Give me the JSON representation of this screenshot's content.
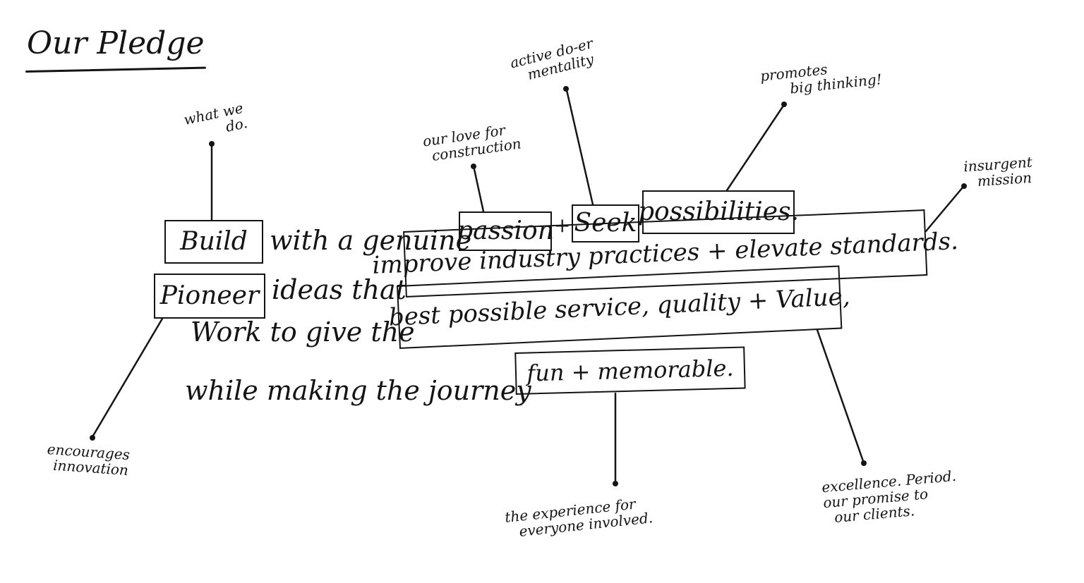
{
  "title": "Our Pledge",
  "pledge": {
    "line1": {
      "build": "Build",
      "with_genuine": "with a genuine",
      "passion": "passion",
      "plus": "+",
      "seek": "Seek",
      "possibilities": "possibilities."
    },
    "line2": {
      "pioneer": "Pioneer",
      "ideas_that": "ideas that",
      "improve": "improve industry practices + elevate standards."
    },
    "line3": {
      "work_to_give": "Work to give the",
      "best": "best possible service, quality + Value,"
    },
    "line4": {
      "while_making": "while making the journey",
      "fun": "fun + memorable."
    }
  },
  "annotations": {
    "what_we_do": [
      "what we",
      "do."
    ],
    "our_love": [
      "our love for",
      "construction"
    ],
    "active_doer": [
      "active do-er",
      "mentality"
    ],
    "promotes": [
      "promotes",
      "big thinking!"
    ],
    "insurgent": [
      "insurgent",
      "mission"
    ],
    "encourages": [
      "encourages",
      "innovation"
    ],
    "experience": [
      "the experience for",
      "everyone involved."
    ],
    "excellence": [
      "excellence. Period.",
      "our promise to",
      "our clients."
    ]
  },
  "colors": {
    "ink": "#141414",
    "paper": "#ffffff"
  }
}
